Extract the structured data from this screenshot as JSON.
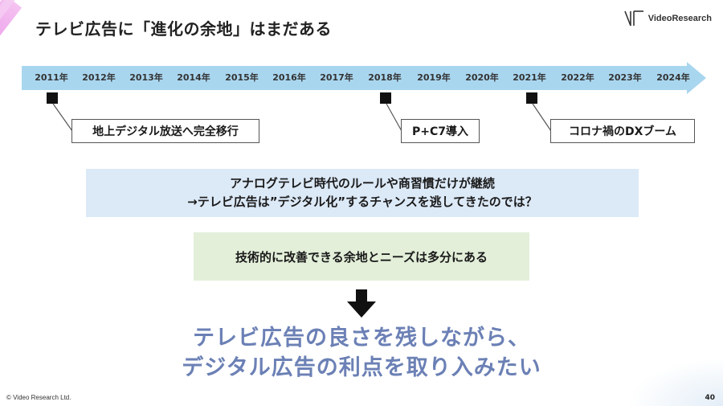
{
  "header": {
    "title": "テレビ広告に「進化の余地」はまだある",
    "logo_text": "VideoResearch"
  },
  "timeline": {
    "years": [
      "2011年",
      "2012年",
      "2013年",
      "2014年",
      "2015年",
      "2016年",
      "2017年",
      "2018年",
      "2019年",
      "2020年",
      "2021年",
      "2022年",
      "2023年",
      "2024年"
    ],
    "events": [
      {
        "year": "2011年",
        "label": "地上デジタル放送へ完全移行"
      },
      {
        "year": "2018年",
        "label": "P+C7導入"
      },
      {
        "year": "2021年",
        "label": "コロナ禍のDXブーム"
      }
    ],
    "colors": {
      "band": "#a9d6ef"
    }
  },
  "blue_box": {
    "line1": "アナログテレビ時代のルールや商習慣だけが継続",
    "line2": "→テレビ広告は”デジタル化”するチャンスを逃してきたのでは？"
  },
  "green_box": {
    "text": "技術的に改善できる余地とニーズは多分にある"
  },
  "conclusion": {
    "line1": "テレビ広告の良さを残しながら、",
    "line2": "デジタル広告の利点を取り入みたい",
    "color": "#6b80b5"
  },
  "footer": {
    "copyright": "© Video Research Ltd.",
    "page_number": "40"
  }
}
